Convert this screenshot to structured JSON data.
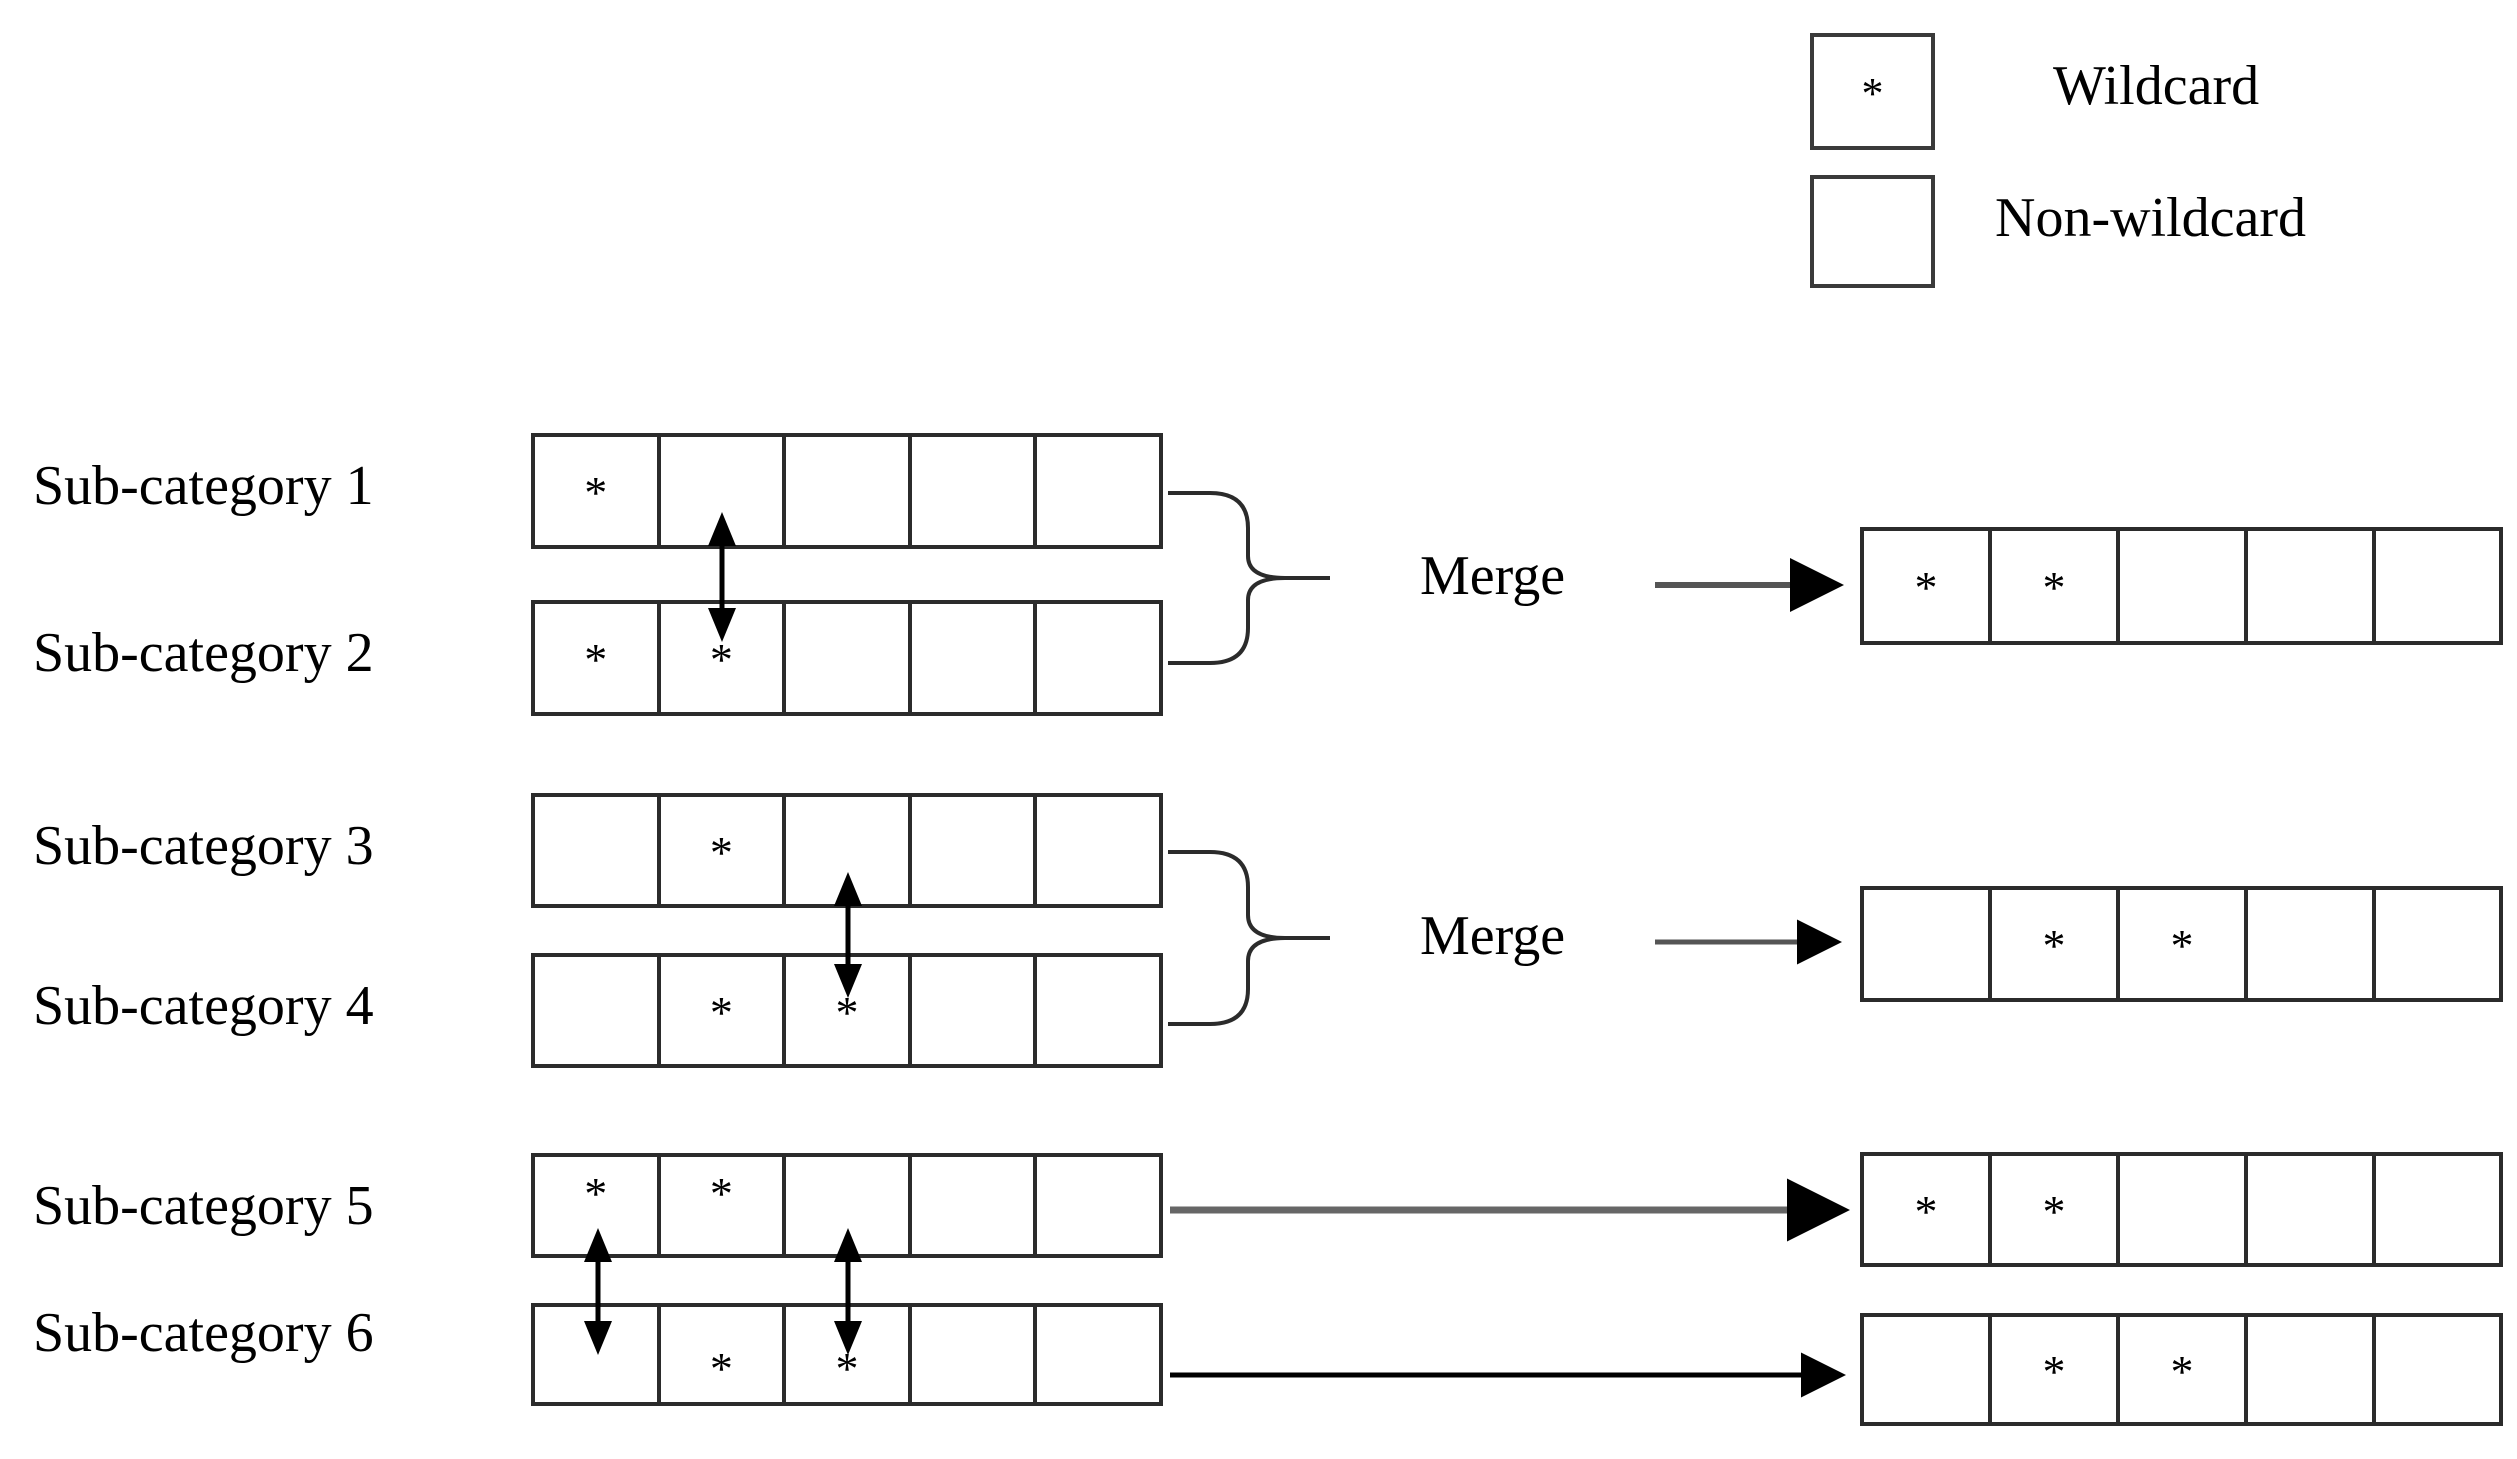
{
  "legend": {
    "items": [
      {
        "symbol": "*",
        "label": "Wildcard",
        "has_symbol": true
      },
      {
        "symbol": "",
        "label": "Non-wildcard",
        "has_symbol": false
      }
    ]
  },
  "diagram": {
    "wildcard_symbol": "*",
    "merge_label": "Merge",
    "num_cells_per_row": 5,
    "groups": [
      {
        "merge": true,
        "merge_label": "Merge",
        "inputs": [
          {
            "label": "Sub-category 1",
            "cells": [
              "*",
              "",
              "",
              "",
              ""
            ]
          },
          {
            "label": "Sub-category 2",
            "cells": [
              "*",
              "*",
              "",
              "",
              ""
            ]
          }
        ],
        "outputs": [
          {
            "cells": [
              "*",
              "*",
              "",
              "",
              ""
            ]
          }
        ],
        "link_arrows": [
          {
            "column": 2
          }
        ]
      },
      {
        "merge": true,
        "merge_label": "Merge",
        "inputs": [
          {
            "label": "Sub-category 3",
            "cells": [
              "",
              "*",
              "",
              "",
              ""
            ]
          },
          {
            "label": "Sub-category 4",
            "cells": [
              "",
              "*",
              "*",
              "",
              ""
            ]
          }
        ],
        "outputs": [
          {
            "cells": [
              "",
              "*",
              "*",
              "",
              ""
            ]
          }
        ],
        "link_arrows": [
          {
            "column": 3
          }
        ]
      },
      {
        "merge": false,
        "merge_label": "",
        "inputs": [
          {
            "label": "Sub-category 5",
            "cells": [
              "*",
              "*",
              "",
              "",
              ""
            ]
          },
          {
            "label": "Sub-category 6",
            "cells": [
              "",
              "*",
              "*",
              "",
              ""
            ]
          }
        ],
        "outputs": [
          {
            "cells": [
              "*",
              "*",
              "",
              "",
              ""
            ]
          },
          {
            "cells": [
              "",
              "*",
              "*",
              "",
              ""
            ]
          }
        ],
        "link_arrows": [
          {
            "column": 1
          },
          {
            "column": 3
          }
        ]
      }
    ]
  }
}
